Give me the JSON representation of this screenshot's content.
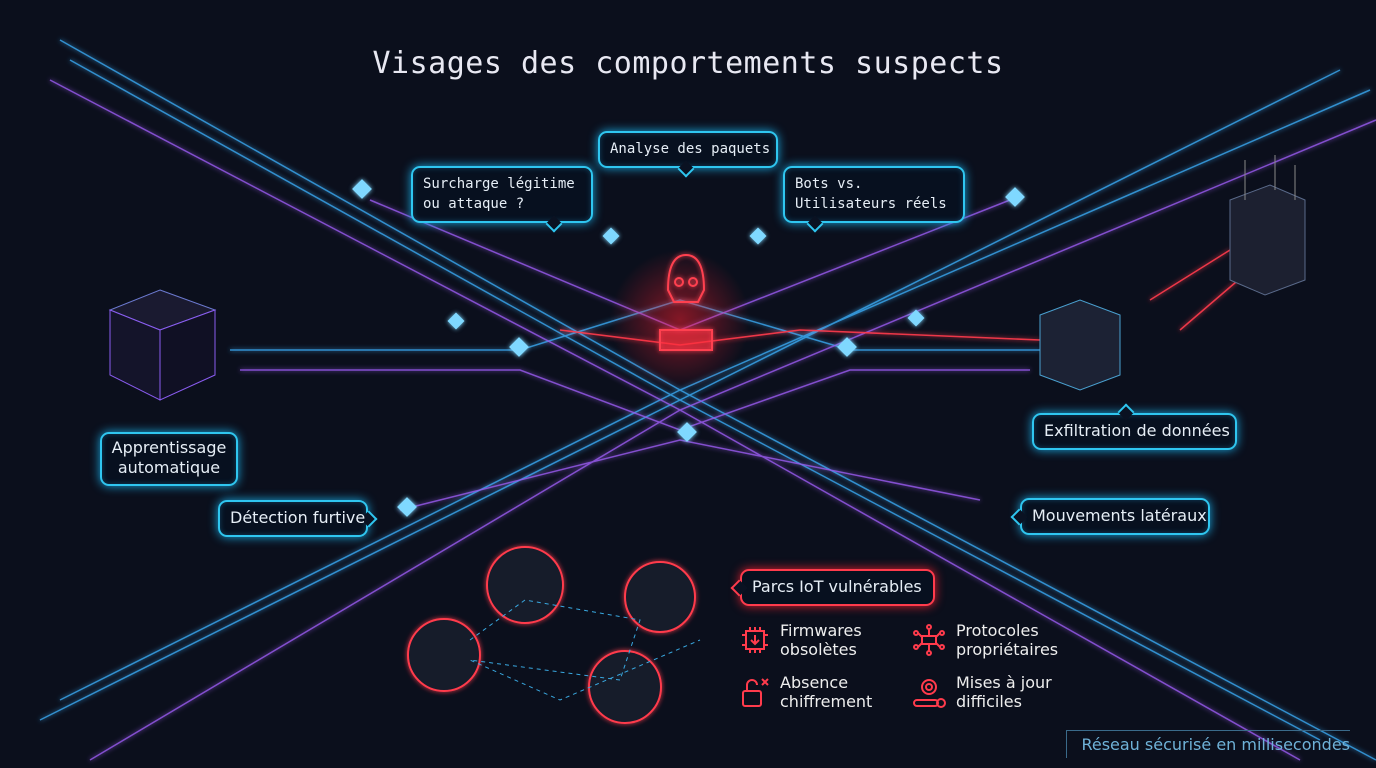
{
  "title": "Visages des comportements suspects",
  "callouts": {
    "packet_analysis": "Analyse des paquets",
    "overload_line1": "Surcharge légitime",
    "overload_line2": "ou attaque ?",
    "bots_line1": "Bots vs.",
    "bots_line2": "Utilisateurs réels",
    "ml_line1": "Apprentissage",
    "ml_line2": "automatique",
    "stealth": "Détection furtive",
    "exfiltration": "Exfiltration de données",
    "lateral": "Mouvements latéraux",
    "iot": "Parcs IoT vulnérables"
  },
  "iot_issues": [
    {
      "icon": "chip-download-icon",
      "line1": "Firmwares",
      "line2": "obsolètes"
    },
    {
      "icon": "network-hub-icon",
      "line1": "Protocoles",
      "line2": "propriétaires"
    },
    {
      "icon": "unlocked-padlock-icon",
      "line1": "Absence",
      "line2": "chiffrement"
    },
    {
      "icon": "gear-update-icon",
      "line1": "Mises à jour",
      "line2": "difficiles"
    }
  ],
  "footer": "Réseau sécurisé en millisecondes",
  "colors": {
    "cyan": "#2fc6f0",
    "purple": "#8a5cf0",
    "red": "#ff3b4c",
    "background": "#0b0f1c"
  }
}
